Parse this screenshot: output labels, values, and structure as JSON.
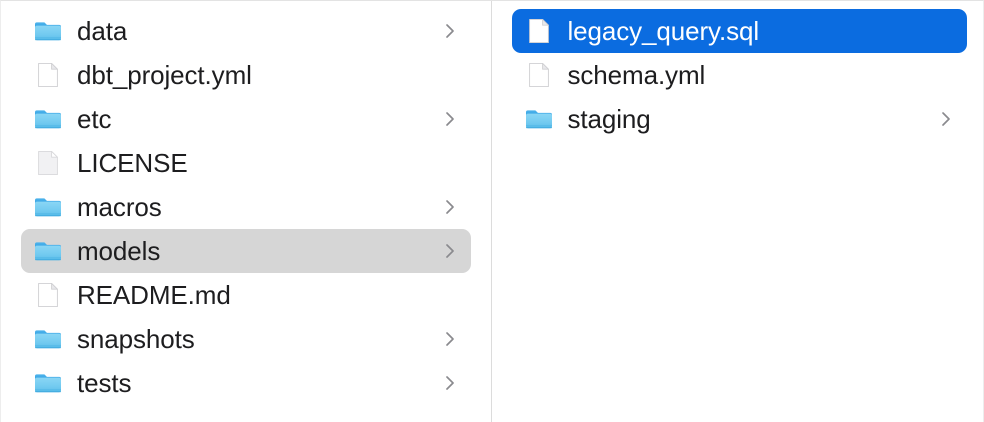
{
  "browser": {
    "columns": [
      {
        "name": "parent-column",
        "items": [
          {
            "label": "data",
            "kind": "folder",
            "icon": "folder-icon",
            "chevron": true,
            "state": "normal"
          },
          {
            "label": "dbt_project.yml",
            "kind": "file",
            "icon": "document-icon",
            "chevron": false,
            "state": "normal"
          },
          {
            "label": "etc",
            "kind": "folder",
            "icon": "folder-icon",
            "chevron": true,
            "state": "normal"
          },
          {
            "label": "LICENSE",
            "kind": "file",
            "icon": "document-plain-icon",
            "chevron": false,
            "state": "normal"
          },
          {
            "label": "macros",
            "kind": "folder",
            "icon": "folder-icon",
            "chevron": true,
            "state": "normal"
          },
          {
            "label": "models",
            "kind": "folder",
            "icon": "folder-icon",
            "chevron": true,
            "state": "selected-inactive"
          },
          {
            "label": "README.md",
            "kind": "file",
            "icon": "document-icon",
            "chevron": false,
            "state": "normal"
          },
          {
            "label": "snapshots",
            "kind": "folder",
            "icon": "folder-icon",
            "chevron": true,
            "state": "normal"
          },
          {
            "label": "tests",
            "kind": "folder",
            "icon": "folder-icon",
            "chevron": true,
            "state": "normal"
          }
        ]
      },
      {
        "name": "child-column",
        "items": [
          {
            "label": "legacy_query.sql",
            "kind": "file",
            "icon": "document-icon",
            "chevron": false,
            "state": "selected-active"
          },
          {
            "label": "schema.yml",
            "kind": "file",
            "icon": "document-icon",
            "chevron": false,
            "state": "normal"
          },
          {
            "label": "staging",
            "kind": "folder",
            "icon": "folder-icon",
            "chevron": true,
            "state": "normal"
          }
        ]
      }
    ]
  },
  "colors": {
    "selection_active": "#0b6ce0",
    "selection_inactive": "#d6d6d6",
    "text": "#1d1d1f",
    "text_selected": "#ffffff",
    "folder_body": "#6ec8f0",
    "folder_tab": "#3fa9e8",
    "divider": "#dcdcdc",
    "background": "#ffffff",
    "chevron": "#8a8a8e"
  }
}
